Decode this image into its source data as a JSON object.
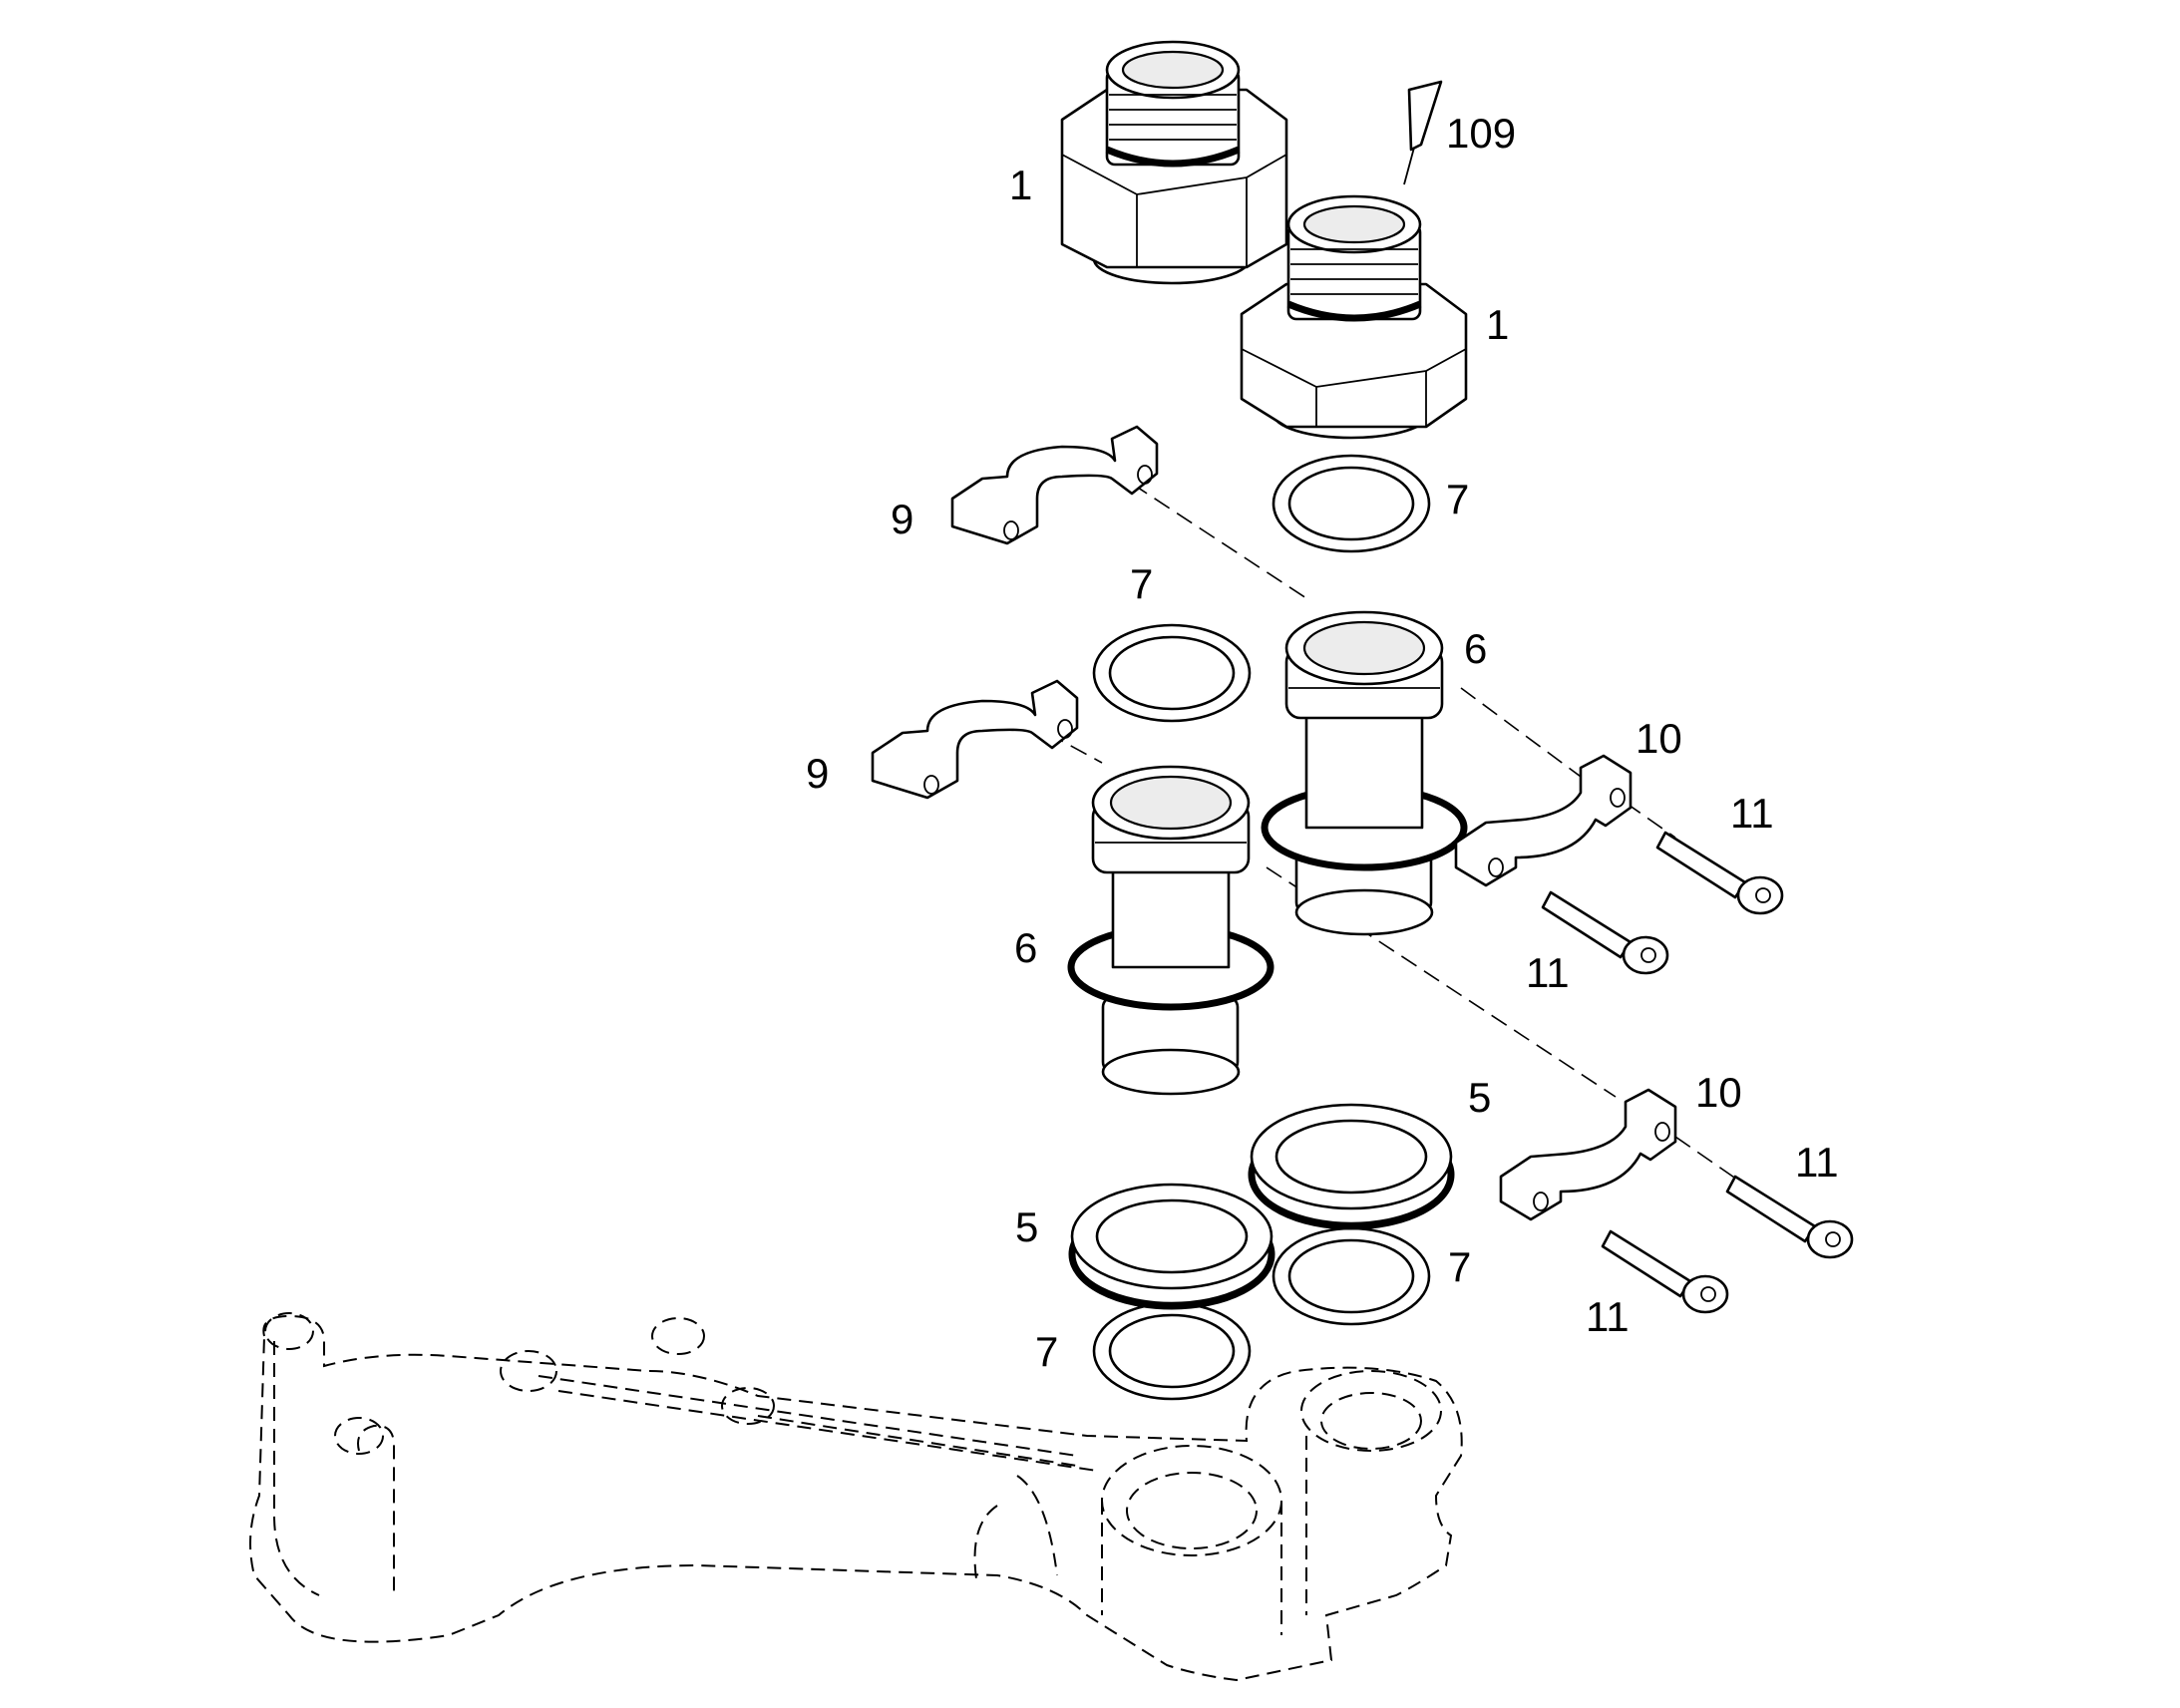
{
  "callouts": {
    "nut_top": "1",
    "nut_right": "1",
    "sealant": "109",
    "clamp_half_top": "9",
    "clamp_half_mid": "9",
    "oring_top_right": "7",
    "oring_mid_left": "7",
    "oring_low_right": "7",
    "oring_bottom": "7",
    "adapter_right": "6",
    "adapter_left": "6",
    "clamp_right_top": "10",
    "clamp_right_low": "10",
    "screw_a": "11",
    "screw_b": "11",
    "screw_c": "11",
    "screw_d": "11",
    "seal_right": "5",
    "seal_left": "5"
  }
}
